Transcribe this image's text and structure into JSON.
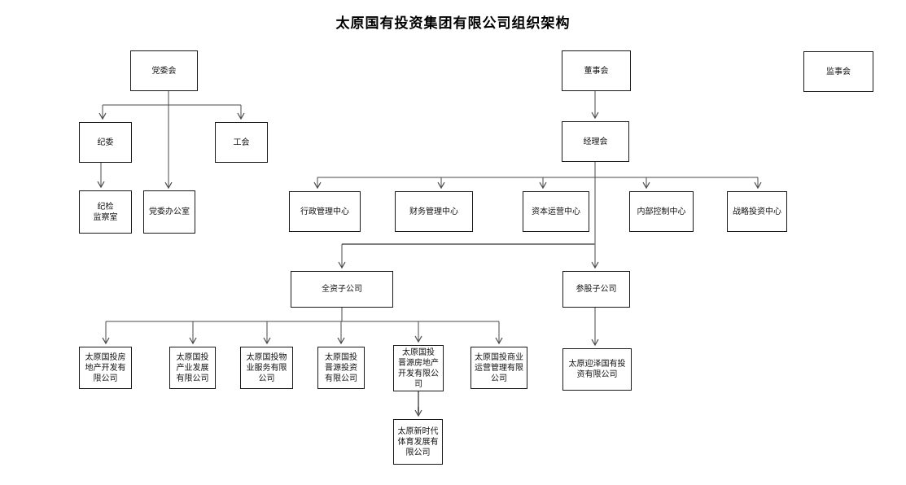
{
  "title": "太原国有投资集团有限公司组织架构",
  "nodes": {
    "party_committee": "党委会",
    "board_of_directors": "董事会",
    "supervisory_board": "监事会",
    "discipline_committee": "纪委",
    "labor_union": "工会",
    "discipline_inspection_office": "纪检\n监察室",
    "party_committee_office": "党委办公室",
    "general_manager_committee": "经理会",
    "admin_management_center": "行政管理中心",
    "financial_management_center": "财务管理中心",
    "capital_operation_center": "资本运营中心",
    "internal_control_center": "内部控制中心",
    "strategic_investment_center": "战略投资中心",
    "wholly_owned_subsidiaries": "全资子公司",
    "shareholding_subsidiaries": "参股子公司",
    "real_estate_company": "太原国投房\n地产开发有\n限公司",
    "industry_development_company": "太原国投\n产业发展\n有限公司",
    "property_service_company": "太原国投物\n业服务有限\n公司",
    "jinyuan_investment_company": "太原国投\n晋源投资\n有限公司",
    "jinyuan_real_estate_company": "太原国投\n晋源房地产\n开发有限公\n司",
    "commercial_operation_company": "太原国投商业\n运营管理有限\n公司",
    "new_era_sports_company": "太原新时代\n体育发展有\n限公司",
    "yingze_investment_company": "太原迎泽国有投\n资有限公司"
  },
  "colors": {
    "background": "#ffffff",
    "box_border": "#1a1a1a",
    "connector_line": "#4a4a4a",
    "connector_line_thick": "#7d7d7d",
    "text": "#111111"
  }
}
